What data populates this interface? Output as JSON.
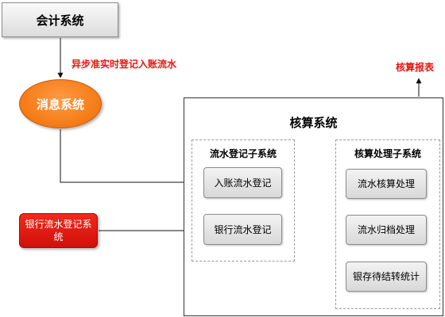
{
  "nodes": {
    "accounting_system": "会计系统",
    "message_system": "消息系统",
    "bank_flow_system": "银行流水登记系统"
  },
  "labels": {
    "async_realtime": "异步准实时登记入账流水",
    "accounting_report": "核算报表"
  },
  "core": {
    "title": "核算系统",
    "flow_register_subsystem": {
      "title": "流水登记子系统",
      "entry_flow_register": "入账流水登记",
      "bank_flow_register": "银行流水登记"
    },
    "accounting_process_subsystem": {
      "title": "核算处理子系统",
      "flow_accounting": "流水核算处理",
      "flow_archive": "流水归档处理",
      "deposit_pending_stats": "银存待结转统计"
    }
  },
  "colors": {
    "label_red": "#e8140c",
    "message_orange": "#f47a14",
    "bank_red": "#d0100a"
  }
}
